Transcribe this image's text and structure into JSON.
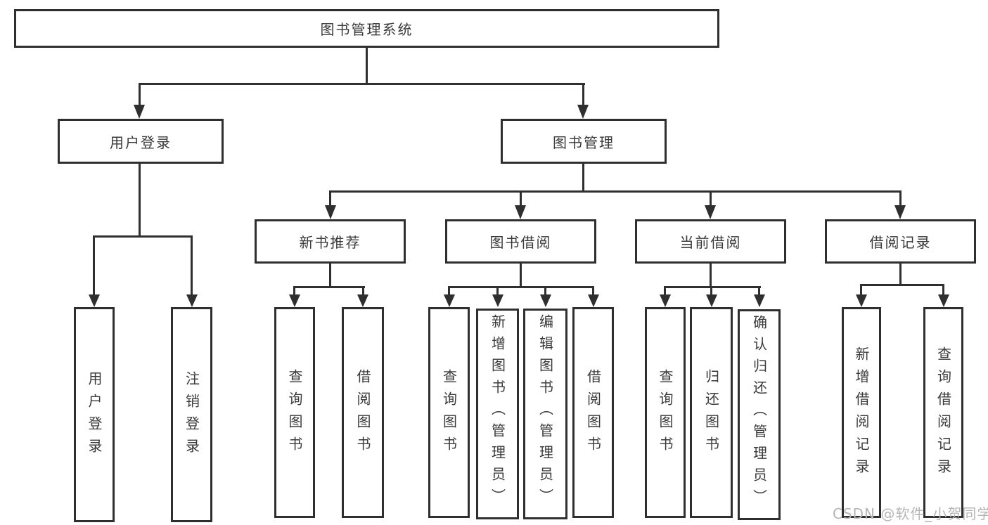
{
  "diagram": {
    "root": {
      "label": "图书管理系统"
    },
    "level2": [
      {
        "label": "用户登录"
      },
      {
        "label": "图书管理"
      }
    ],
    "level3": [
      {
        "label": "新书推荐"
      },
      {
        "label": "图书借阅"
      },
      {
        "label": "当前借阅"
      },
      {
        "label": "借阅记录"
      }
    ],
    "leaves": {
      "user_login": [
        "用户登录",
        "注销登录"
      ],
      "new_books": [
        "查询图书",
        "借阅图书"
      ],
      "book_borrow": [
        "查询图书",
        "新增图书（管理员）",
        "编辑图书（管理员）",
        "借阅图书"
      ],
      "current_borrow": [
        "查询图书",
        "归还图书",
        "确认归还（管理员）"
      ],
      "borrow_records": [
        "新增借阅记录",
        "查询借阅记录"
      ]
    }
  },
  "watermark": {
    "text": "CSDN @软件_小贺同学"
  },
  "colors": {
    "line": "#2f2f2f",
    "text": "#3a3a3a",
    "background": "#ffffff",
    "watermark": "#b5b5b5"
  }
}
